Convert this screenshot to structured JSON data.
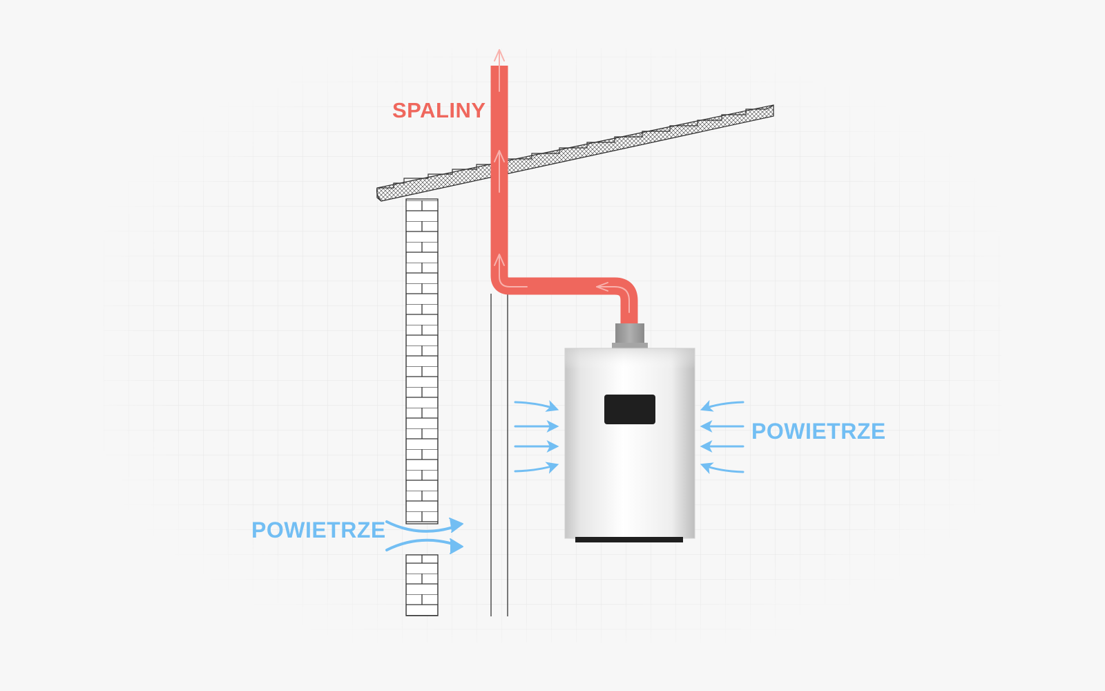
{
  "labels": {
    "exhaust": "SPALINY",
    "air_right": "POWIETRZE",
    "air_left": "POWIETRZE"
  },
  "colors": {
    "background": "#f7f7f7",
    "grid": "#e9e9e9",
    "exhaust": "#ef675d",
    "exhaust_arrow": "#f8b2ad",
    "air": "#72bef3",
    "outline": "#333333",
    "display": "#1f1f1f",
    "collar": "#9d9d9d"
  },
  "icons": {
    "exhaust_arrows": "arrow-up-icon",
    "air_arrows": "arrow-right-icon"
  }
}
